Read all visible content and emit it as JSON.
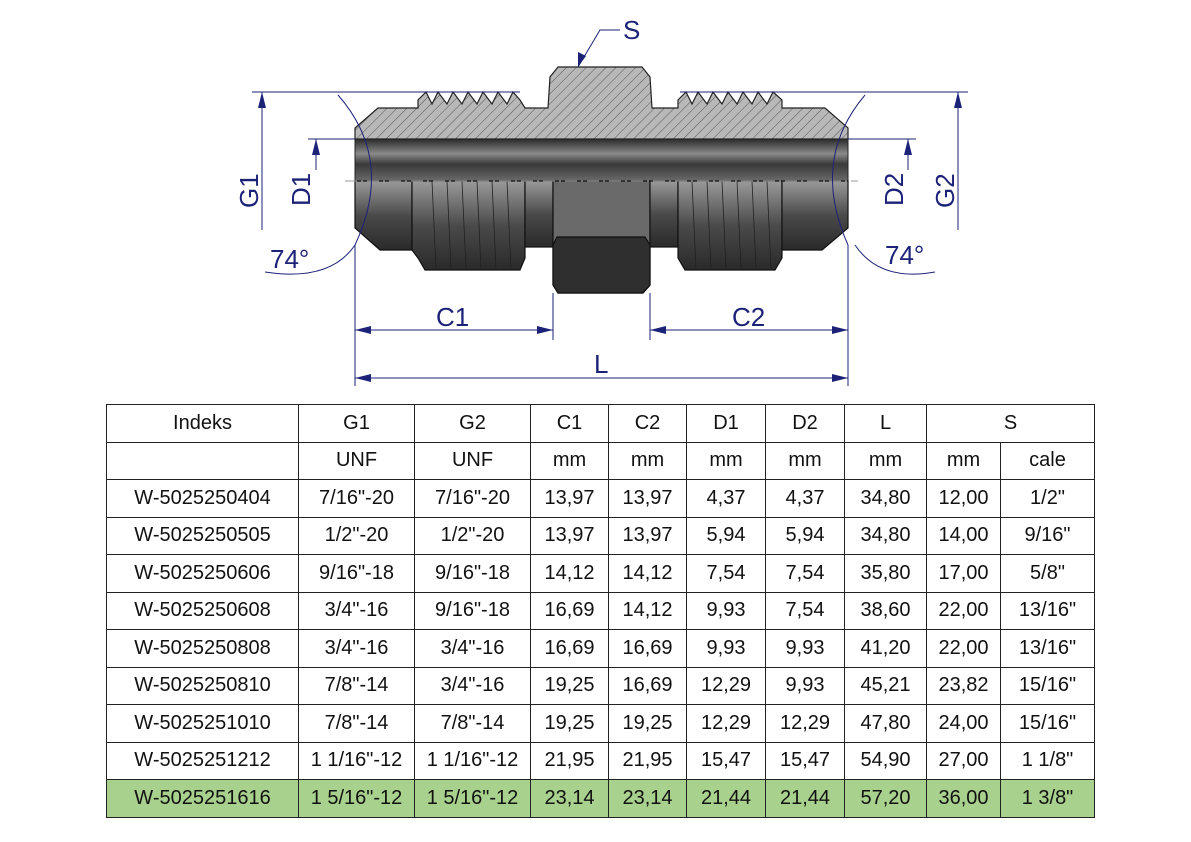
{
  "drawing": {
    "labels": {
      "S": "S",
      "G1": "G1",
      "D1": "D1",
      "D2": "D2",
      "G2": "G2",
      "angle_left": "74°",
      "angle_right": "74°",
      "C1": "C1",
      "C2": "C2",
      "L": "L"
    }
  },
  "table": {
    "header": [
      "Indeks",
      "G1",
      "G2",
      "C1",
      "C2",
      "D1",
      "D2",
      "L",
      "S"
    ],
    "units": [
      "",
      "UNF",
      "UNF",
      "mm",
      "mm",
      "mm",
      "mm",
      "mm",
      "mm",
      "cale"
    ],
    "rows": [
      [
        "W-5025250404",
        "7/16\"-20",
        "7/16\"-20",
        "13,97",
        "13,97",
        "4,37",
        "4,37",
        "34,80",
        "12,00",
        "1/2\""
      ],
      [
        "W-5025250505",
        "1/2\"-20",
        "1/2\"-20",
        "13,97",
        "13,97",
        "5,94",
        "5,94",
        "34,80",
        "14,00",
        "9/16\""
      ],
      [
        "W-5025250606",
        "9/16\"-18",
        "9/16\"-18",
        "14,12",
        "14,12",
        "7,54",
        "7,54",
        "35,80",
        "17,00",
        "5/8\""
      ],
      [
        "W-5025250608",
        "3/4\"-16",
        "9/16\"-18",
        "16,69",
        "14,12",
        "9,93",
        "7,54",
        "38,60",
        "22,00",
        "13/16\""
      ],
      [
        "W-5025250808",
        "3/4\"-16",
        "3/4\"-16",
        "16,69",
        "16,69",
        "9,93",
        "9,93",
        "41,20",
        "22,00",
        "13/16\""
      ],
      [
        "W-5025250810",
        "7/8\"-14",
        "3/4\"-16",
        "19,25",
        "16,69",
        "12,29",
        "9,93",
        "45,21",
        "23,82",
        "15/16\""
      ],
      [
        "W-5025251010",
        "7/8\"-14",
        "7/8\"-14",
        "19,25",
        "19,25",
        "12,29",
        "12,29",
        "47,80",
        "24,00",
        "15/16\""
      ],
      [
        "W-5025251212",
        "1 1/16\"-12",
        "1 1/16\"-12",
        "21,95",
        "21,95",
        "15,47",
        "15,47",
        "54,90",
        "27,00",
        "1 1/8\""
      ],
      [
        "W-5025251616",
        "1 5/16\"-12",
        "1 5/16\"-12",
        "23,14",
        "23,14",
        "21,44",
        "21,44",
        "57,20",
        "36,00",
        "1 3/8\""
      ]
    ],
    "highlight_row_index": 8,
    "highlight_color": "#a9d18e"
  }
}
